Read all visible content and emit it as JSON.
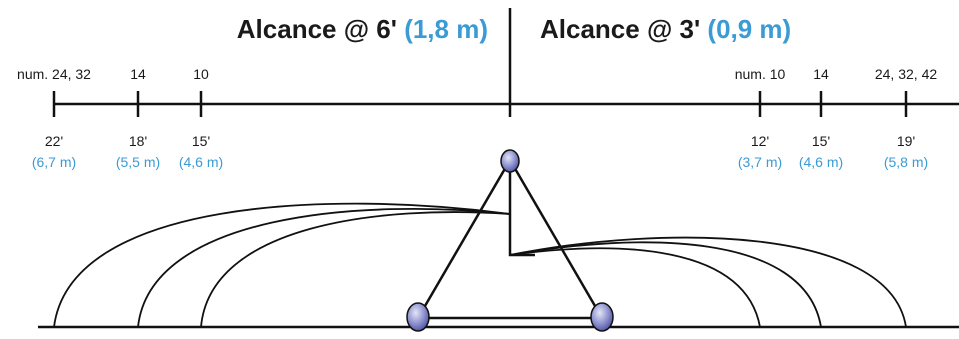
{
  "left": {
    "title": "Alcance @ 6'",
    "title_metric": "(1,8 m)",
    "gauges": [
      "num. 24, 32",
      "14",
      "10"
    ],
    "distances_ft": [
      "22'",
      "18'",
      "15'"
    ],
    "distances_m": [
      "(6,7 m)",
      "(5,5 m)",
      "(4,6 m)"
    ]
  },
  "right": {
    "title": "Alcance @ 3'",
    "title_metric": "(0,9 m)",
    "gauges": [
      "num. 10",
      "14",
      "24, 32, 42"
    ],
    "distances_ft": [
      "12'",
      "15'",
      "19'"
    ],
    "distances_m": [
      "(3,7 m)",
      "(4,6 m)",
      "(5,8 m)"
    ]
  },
  "colors": {
    "accent": "#3b9bd4",
    "line": "#111111",
    "node_fill": "#6a6fb8"
  }
}
